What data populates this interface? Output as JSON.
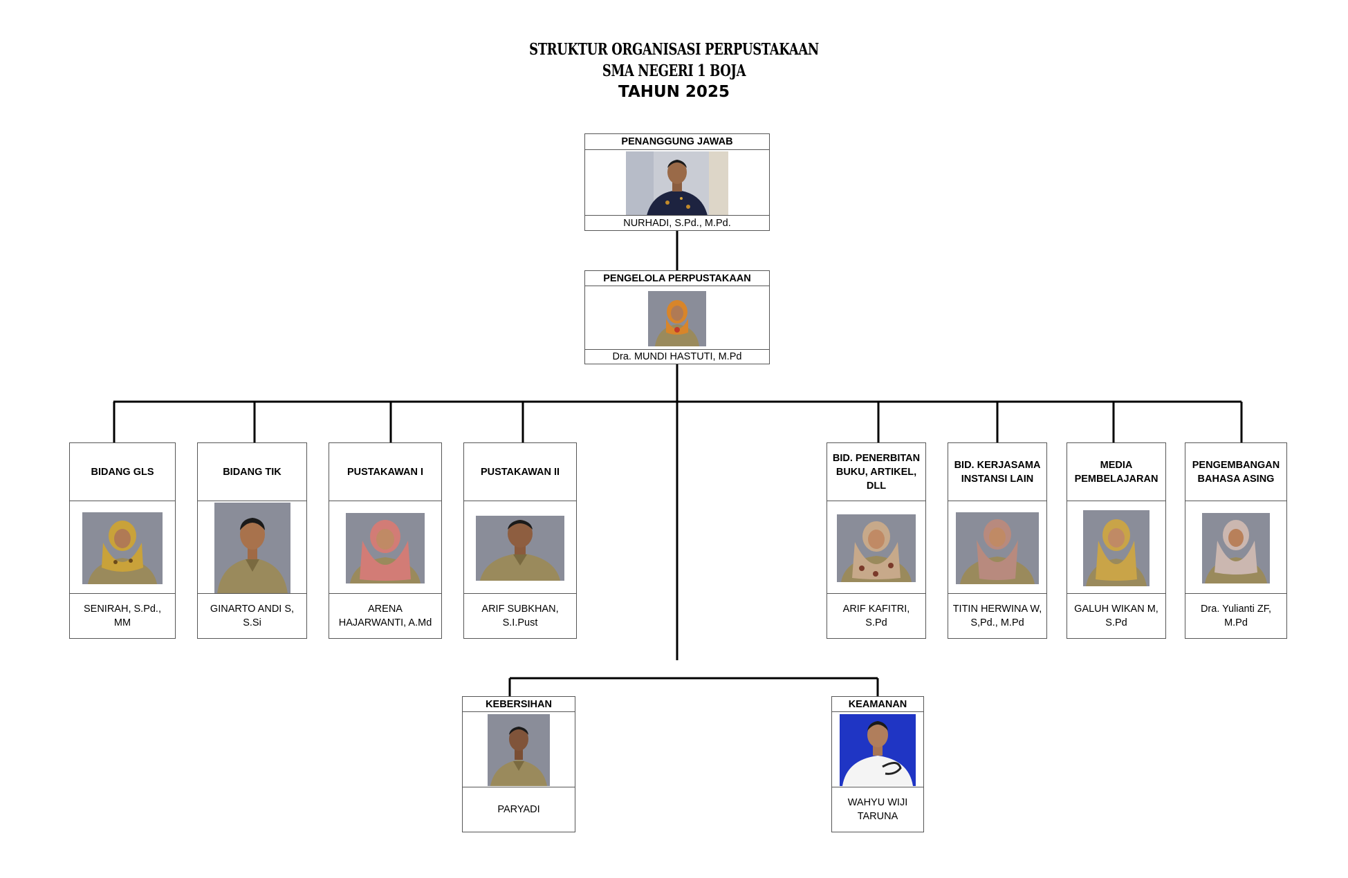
{
  "title": {
    "line1": "STRUKTUR ORGANISASI PERPUSTAKAAN",
    "line2": "SMA NEGERI 1 BOJA",
    "line3": "TAHUN 2025"
  },
  "positions": {
    "penanggung_jawab": {
      "role": "PENANGGUNG JAWAB",
      "name": "NURHADI, S.Pd., M.Pd."
    },
    "pengelola": {
      "role": "PENGELOLA PERPUSTAKAAN",
      "name": "Dra. MUNDI HASTUTI, M.Pd"
    },
    "bidang_gls": {
      "role": "BIDANG GLS",
      "name": "SENIRAH, S.Pd., MM"
    },
    "bidang_tik": {
      "role": "BIDANG TIK",
      "name": "GINARTO ANDI S, S.Si"
    },
    "pustakawan_1": {
      "role": "PUSTAKAWAN I",
      "name": "ARENA HAJARWANTI, A.Md"
    },
    "pustakawan_2": {
      "role": "PUSTAKAWAN II",
      "name": "ARIF SUBKHAN, S.I.Pust"
    },
    "bid_penerbitan": {
      "role": "BID. PENERBITAN BUKU, ARTIKEL, DLL",
      "name": "ARIF KAFITRI, S.Pd"
    },
    "bid_kerjasama": {
      "role": "BID. KERJASAMA INSTANSI LAIN",
      "name": "TITIN HERWINA W, S,Pd., M.Pd"
    },
    "media": {
      "role": "MEDIA PEMBELAJARAN",
      "name": "GALUH WIKAN M, S.Pd"
    },
    "bahasa_asing": {
      "role": "PENGEMBANGAN BAHASA ASING",
      "name": "Dra. Yulianti ZF, M.Pd"
    },
    "kebersihan": {
      "role": "KEBERSIHAN",
      "name": "PARYADI"
    },
    "keamanan": {
      "role": "KEAMANAN",
      "name": "WAHYU WIJI TARUNA"
    }
  },
  "colors": {
    "connector": "#000000",
    "box_border": "#555555",
    "photo_bg_gray": "#8a8d99",
    "photo_bg_blue": "#1f35c4",
    "uniform_khaki": "#9a8a5c"
  }
}
